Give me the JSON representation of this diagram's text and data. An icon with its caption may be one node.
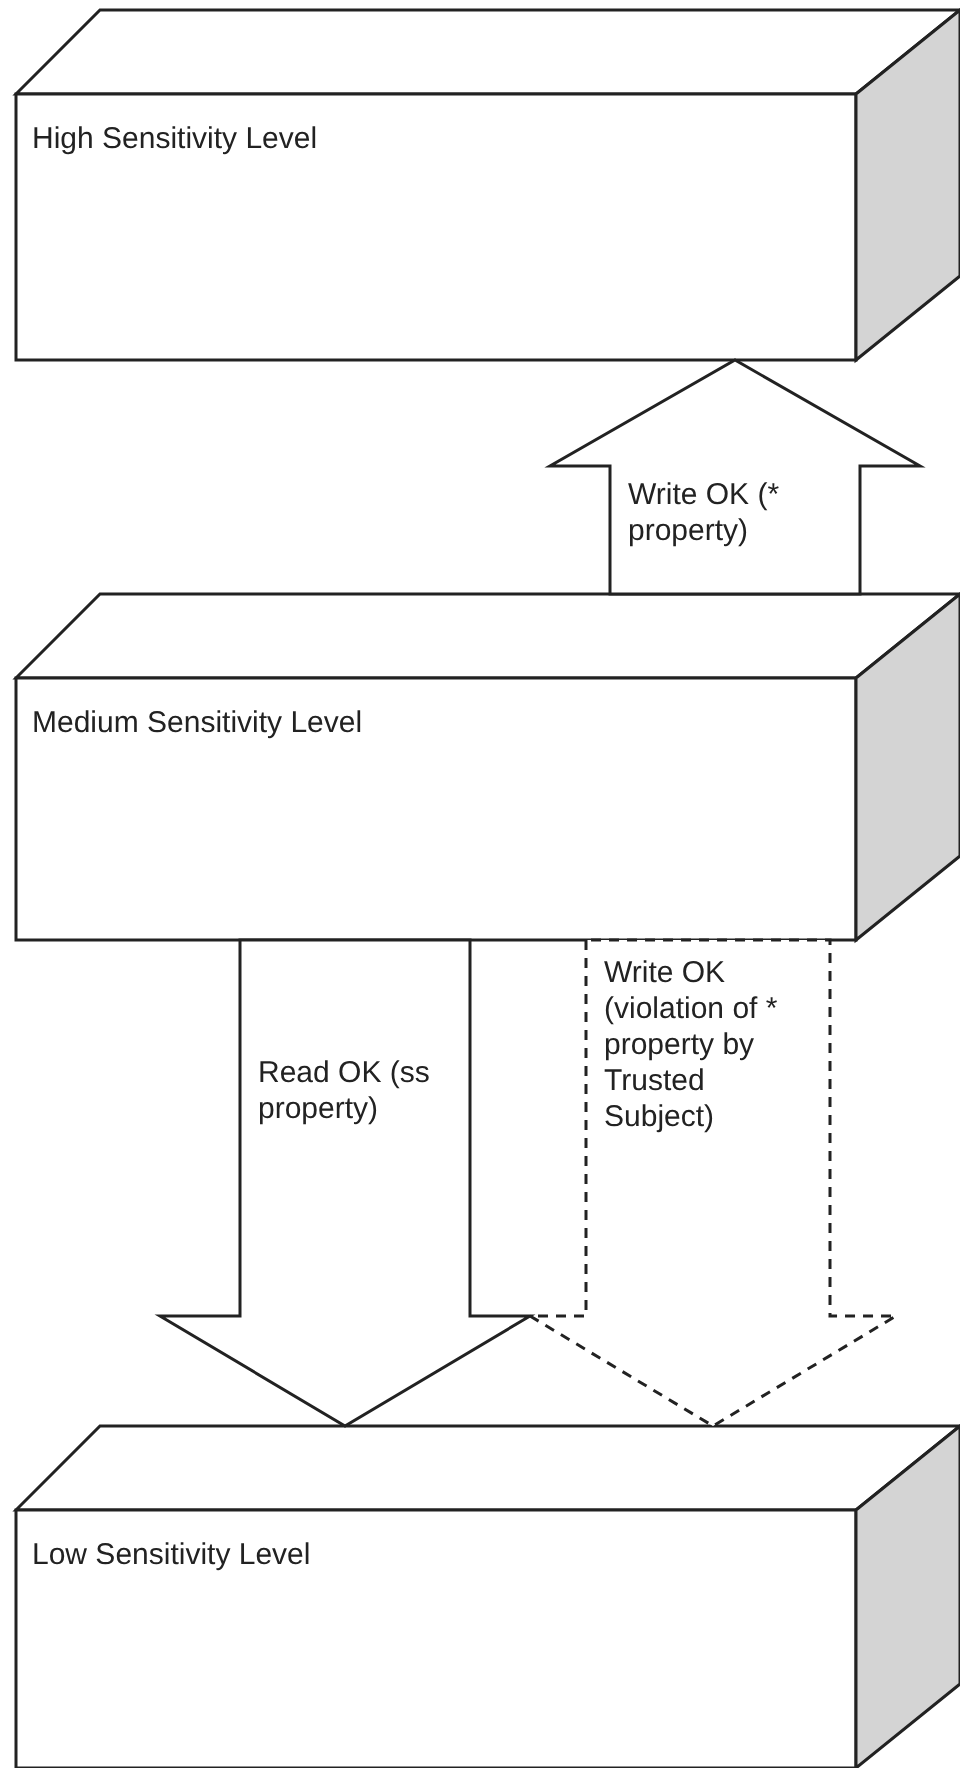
{
  "diagram": {
    "nodes": [
      {
        "text": [
          "High Sensitivity Level"
        ]
      },
      {
        "text": [
          "Medium Sensitivity Level"
        ]
      },
      {
        "text": [
          "Low Sensitivity Level"
        ]
      }
    ],
    "edges": [
      {
        "from": 1,
        "to": 0,
        "arrow": "to",
        "label": "Write OK (* property)"
      },
      {
        "from": 1,
        "to": 2,
        "arrow": "to",
        "label": "Read OK (ss property)"
      },
      {
        "from": 1,
        "to": 2,
        "arrow": "to",
        "label": "Write OK (violation of * property by Trusted Subject)",
        "style": "dashed"
      }
    ]
  }
}
